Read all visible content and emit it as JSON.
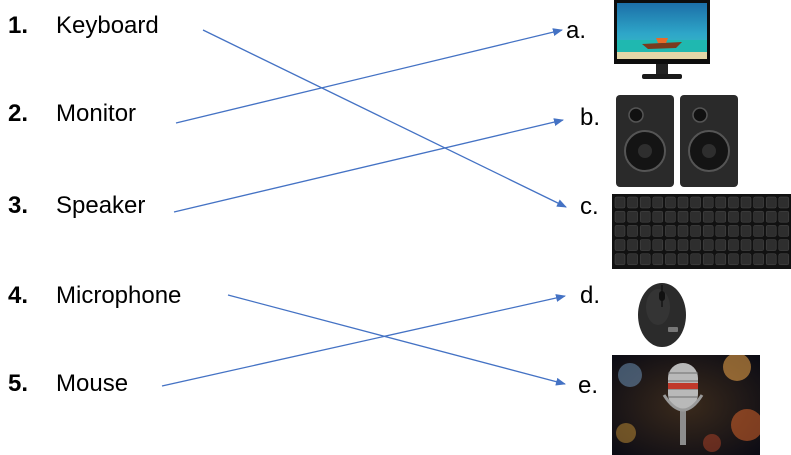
{
  "items": [
    {
      "number": "1.",
      "label": "Keyboard"
    },
    {
      "number": "2.",
      "label": "Monitor"
    },
    {
      "number": "3.",
      "label": "Speaker"
    },
    {
      "number": "4.",
      "label": "Microphone"
    },
    {
      "number": "5.",
      "label": "Mouse"
    }
  ],
  "answers": [
    {
      "letter": "a.",
      "picture": "monitor"
    },
    {
      "letter": "b.",
      "picture": "speakers"
    },
    {
      "letter": "c.",
      "picture": "keyboard"
    },
    {
      "letter": "d.",
      "picture": "mouse"
    },
    {
      "letter": "e.",
      "picture": "microphone"
    }
  ],
  "matches": [
    {
      "item": "1.",
      "answer": "c."
    },
    {
      "item": "2.",
      "answer": "a."
    },
    {
      "item": "3.",
      "answer": "b."
    },
    {
      "item": "4.",
      "answer": "e."
    },
    {
      "item": "5.",
      "answer": "d."
    }
  ],
  "colors": {
    "line": "#4472c4"
  }
}
